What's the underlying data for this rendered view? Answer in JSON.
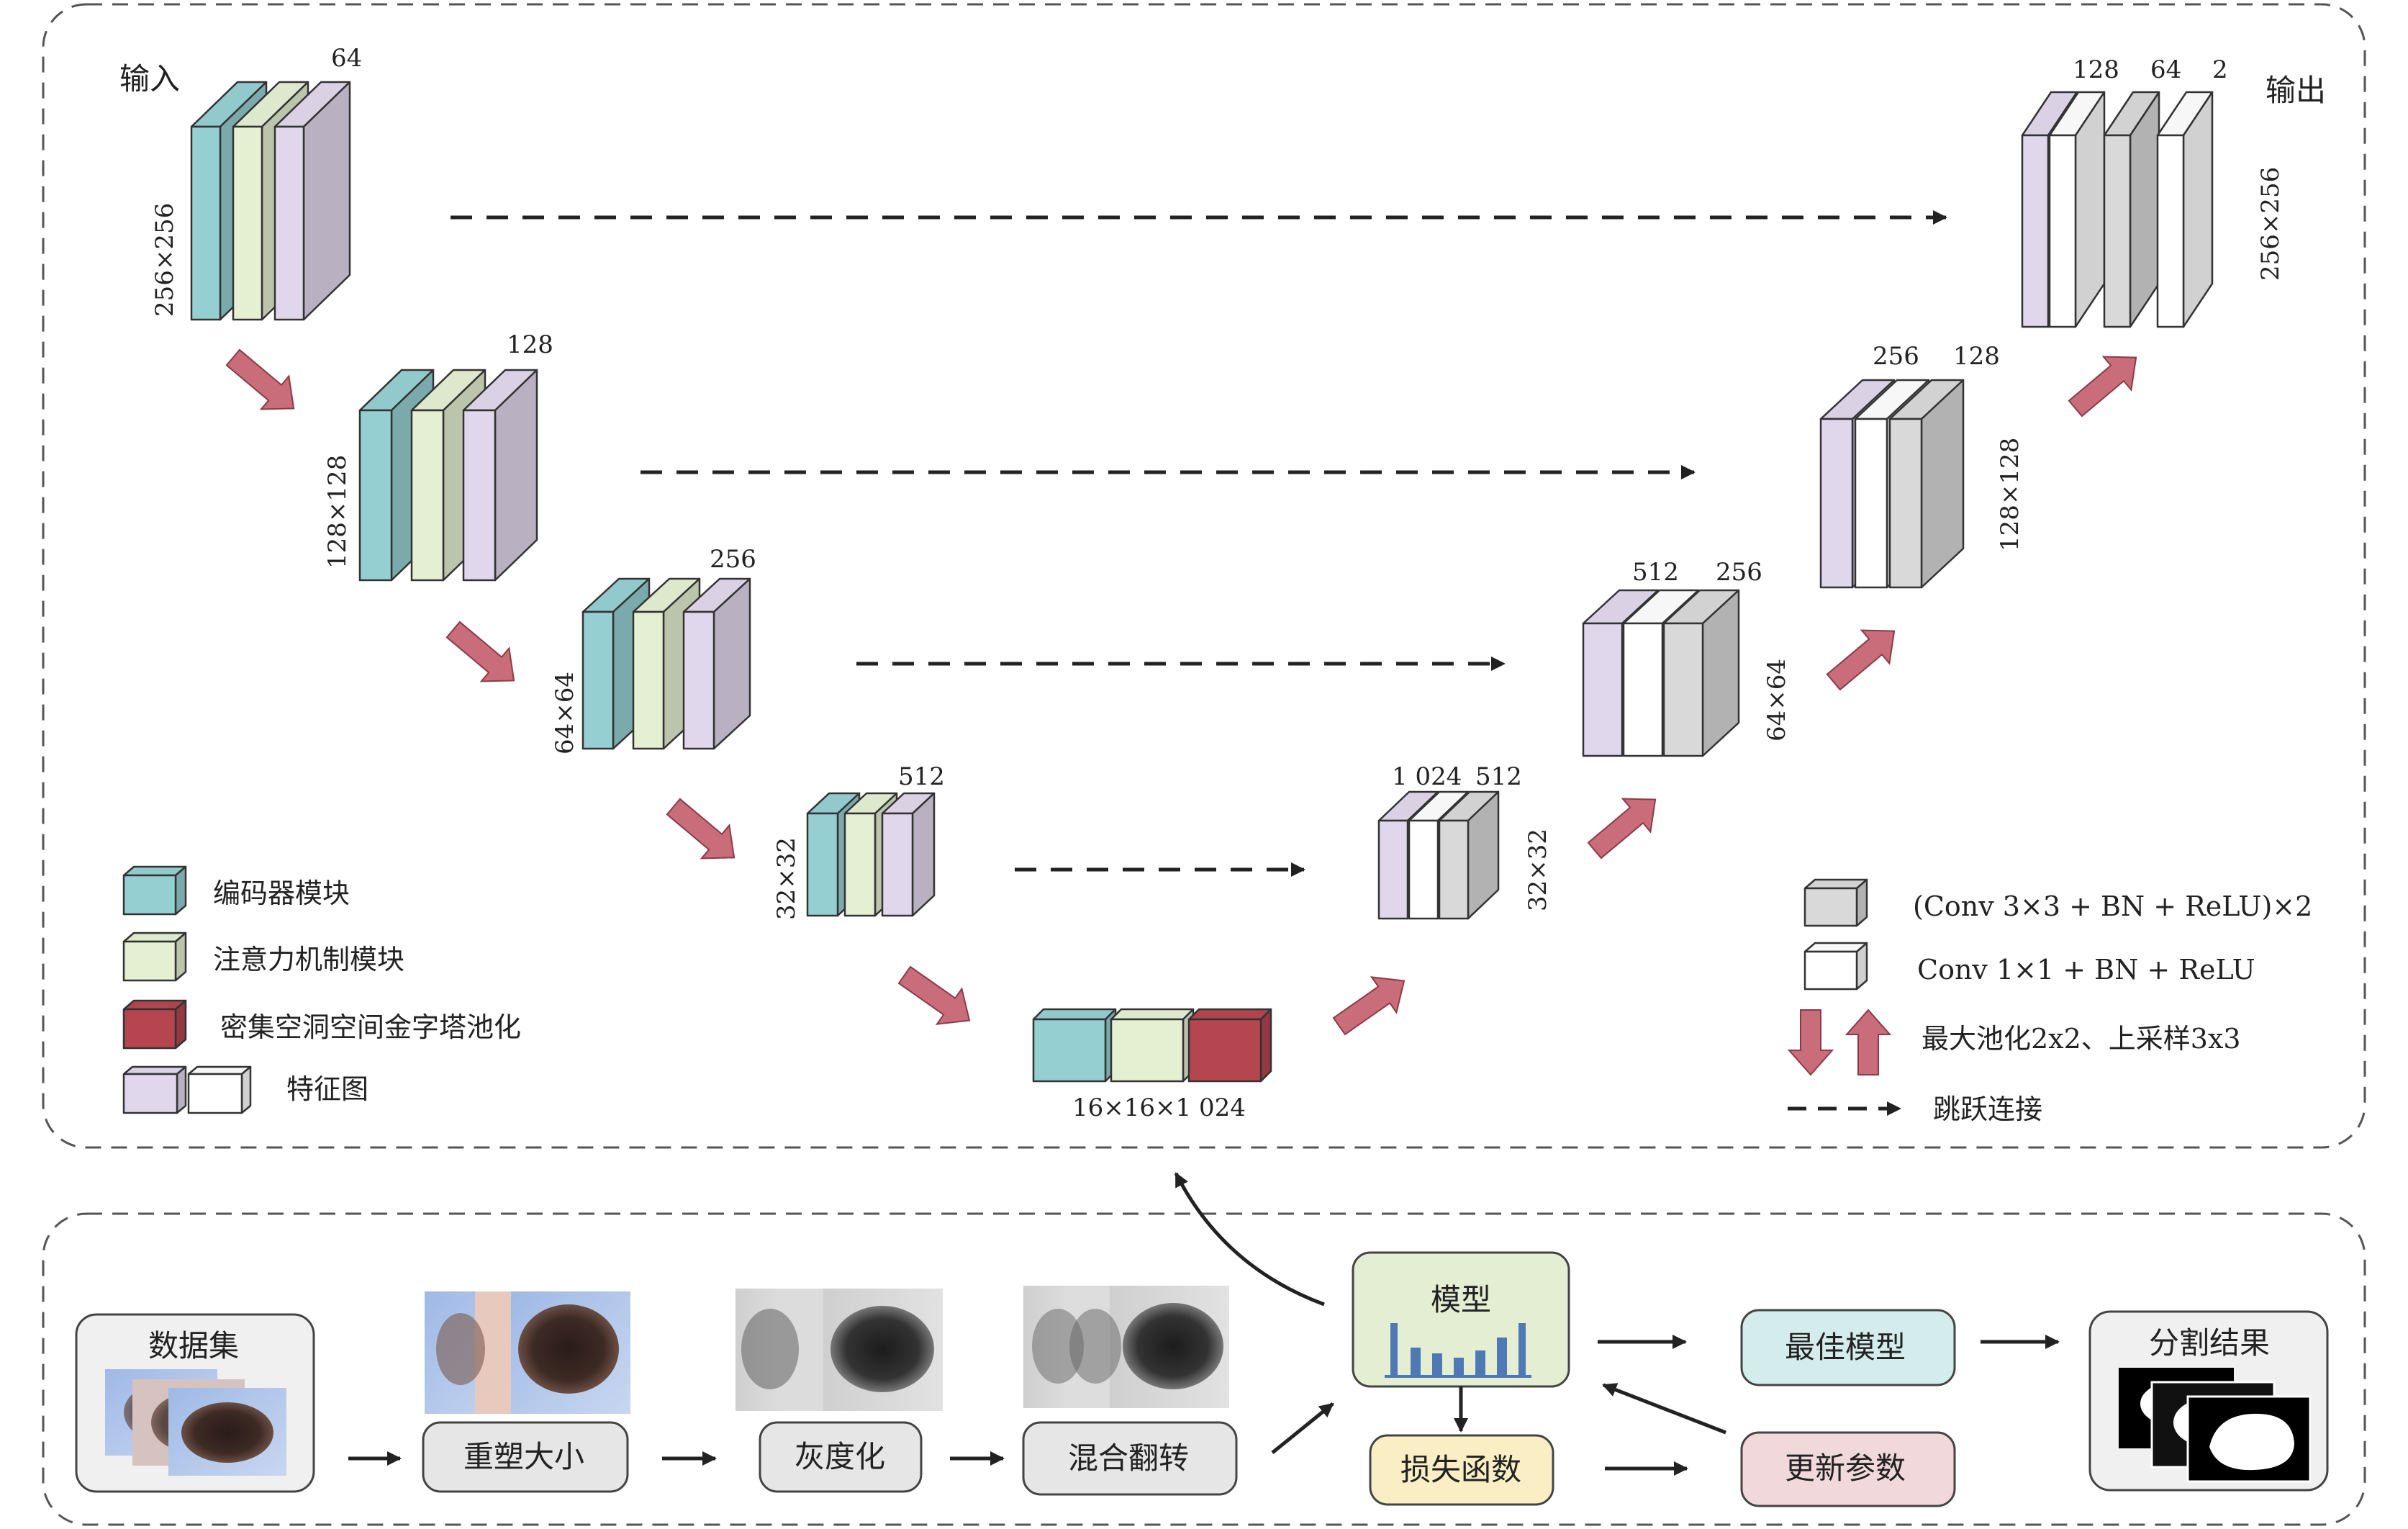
{
  "colors": {
    "encoder": "#95cfd2",
    "attention": "#e5efd2",
    "aspp": "#b5464f",
    "feature_lilac": "#e1d7ec",
    "feature_white": "#ffffff",
    "conv_gray": "#d9d9d9",
    "arrow_red": "#c96d7a",
    "box_model": "#e3eed3",
    "box_loss": "#faefc4",
    "box_best": "#d5ecec",
    "box_update": "#f1d8db",
    "box_gray": "#e6e6e6"
  },
  "network": {
    "input_label": "输入",
    "output_label": "输出",
    "enc1": {
      "channels": "64",
      "dim": "256×256"
    },
    "enc2": {
      "channels": "128",
      "dim": "128×128"
    },
    "enc3": {
      "channels": "256",
      "dim": "64×64"
    },
    "enc4": {
      "channels": "512",
      "dim": "32×32"
    },
    "bottleneck": {
      "dim": "16×16×1 024"
    },
    "dec4": {
      "channels_a": "1 024",
      "channels_b": "512",
      "dim": "32×32"
    },
    "dec3": {
      "channels_a": "512",
      "channels_b": "256",
      "dim": "64×64"
    },
    "dec2": {
      "channels_a": "256",
      "channels_b": "128",
      "dim": "128×128"
    },
    "dec1": {
      "channels_a": "128",
      "channels_b": "64",
      "channels_c": "2",
      "dim": "256×256"
    }
  },
  "legend_left": {
    "encoder": "编码器模块",
    "attention": "注意力机制模块",
    "aspp": "密集空洞空间金字塔池化",
    "feature": "特征图"
  },
  "legend_right": {
    "conv3": "(Conv 3×3 + BN + ReLU)×2",
    "conv1": "Conv 1×1 + BN + ReLU",
    "pool": "最大池化2x2、上采样3x3",
    "skip": "跳跃连接"
  },
  "pipeline": {
    "dataset": "数据集",
    "resize": "重塑大小",
    "gray": "灰度化",
    "mix": "混合翻转",
    "model": "模型",
    "loss": "损失函数",
    "best": "最佳模型",
    "update": "更新参数",
    "result": "分割结果"
  }
}
